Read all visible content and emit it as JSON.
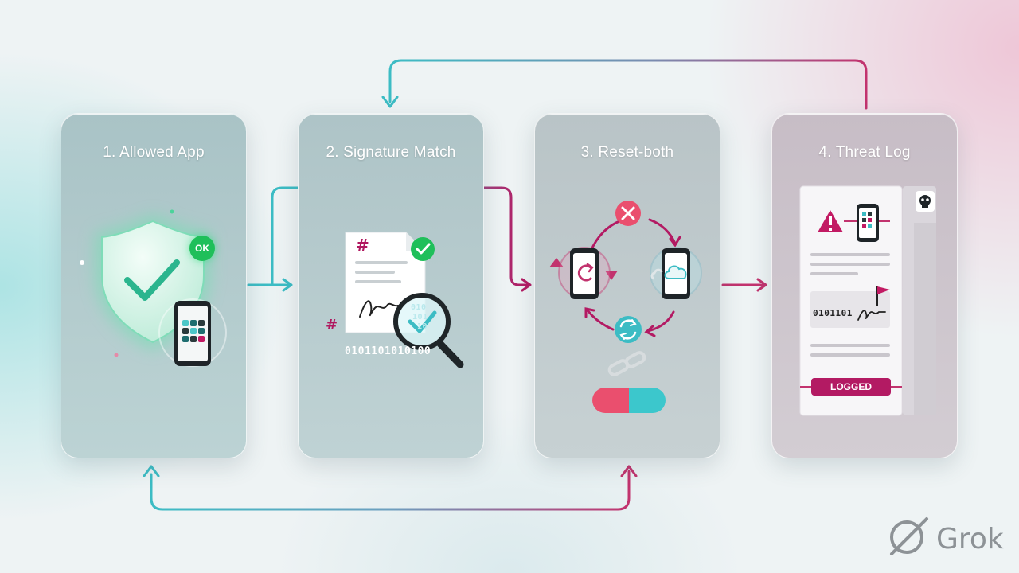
{
  "steps": [
    {
      "title": "1. Allowed App",
      "badge": "OK"
    },
    {
      "title": "2. Signature Match",
      "hash_top": "#",
      "hash_side": "#",
      "binary": "0101101010100",
      "overlay_binary": [
        "010",
        "101",
        "10"
      ]
    },
    {
      "title": "3. Reset-both"
    },
    {
      "title": "4. Threat Log",
      "binary": "0101101",
      "status": "LOGGED"
    }
  ],
  "watermark": "Grok",
  "colors": {
    "teal": "#3cbcc4",
    "magenta": "#b31a63",
    "green": "#1fbf5a",
    "coral": "#ea4f6e"
  },
  "icons": [
    "shield-check-icon",
    "smartphone-icon",
    "document-icon",
    "magnifier-icon",
    "signature-icon",
    "close-icon",
    "cloud-icon",
    "sync-icon",
    "refresh-icon",
    "link-icon",
    "warning-icon",
    "flag-icon",
    "skull-icon",
    "grok-logo-icon"
  ]
}
